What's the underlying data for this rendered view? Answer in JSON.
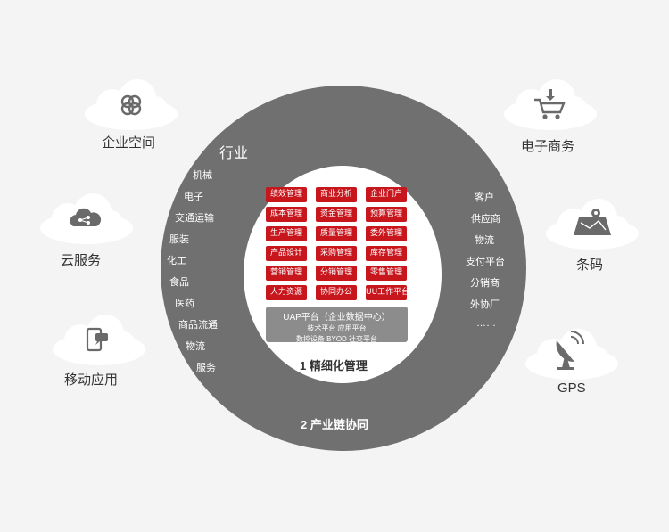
{
  "industry": {
    "title": "行业",
    "items": [
      "机械",
      "电子",
      "交通运输",
      "服装",
      "化工",
      "食品",
      "医药",
      "商品流通",
      "物流",
      "服务"
    ]
  },
  "partners": {
    "items": [
      "客户",
      "供应商",
      "物流",
      "支付平台",
      "分销商",
      "外协厂",
      "……"
    ]
  },
  "modules": [
    [
      "绩效管理",
      "商业分析",
      "企业门户"
    ],
    [
      "成本管理",
      "资金管理",
      "预算管理"
    ],
    [
      "生产管理",
      "质量管理",
      "委外管理"
    ],
    [
      "产品设计",
      "采购管理",
      "库存管理"
    ],
    [
      "营销管理",
      "分销管理",
      "零售管理"
    ],
    [
      "人力资源",
      "协同办公",
      "UU工作平台"
    ]
  ],
  "uap": {
    "title": "UAP平台（企业数据中心）",
    "line1": "技术平台  应用平台",
    "line2": "数控设备  BYOD  社交平台"
  },
  "core_title": "1 精细化管理",
  "ring_title": "2 产业链协同",
  "left_clouds": [
    {
      "label": "企业空间",
      "icon": "link-icon"
    },
    {
      "label": "云服务",
      "icon": "cloud-share-icon"
    },
    {
      "label": "移动应用",
      "icon": "mobile-chat-icon"
    }
  ],
  "right_clouds": [
    {
      "label": "电子商务",
      "icon": "shopping-cart-icon"
    },
    {
      "label": "条码",
      "icon": "map-icon"
    },
    {
      "label": "GPS",
      "icon": "satellite-dish-icon"
    }
  ],
  "colors": {
    "ring": "#707070",
    "module": "#c8161d",
    "uap": "#8c8c8c",
    "text": "#333333"
  }
}
